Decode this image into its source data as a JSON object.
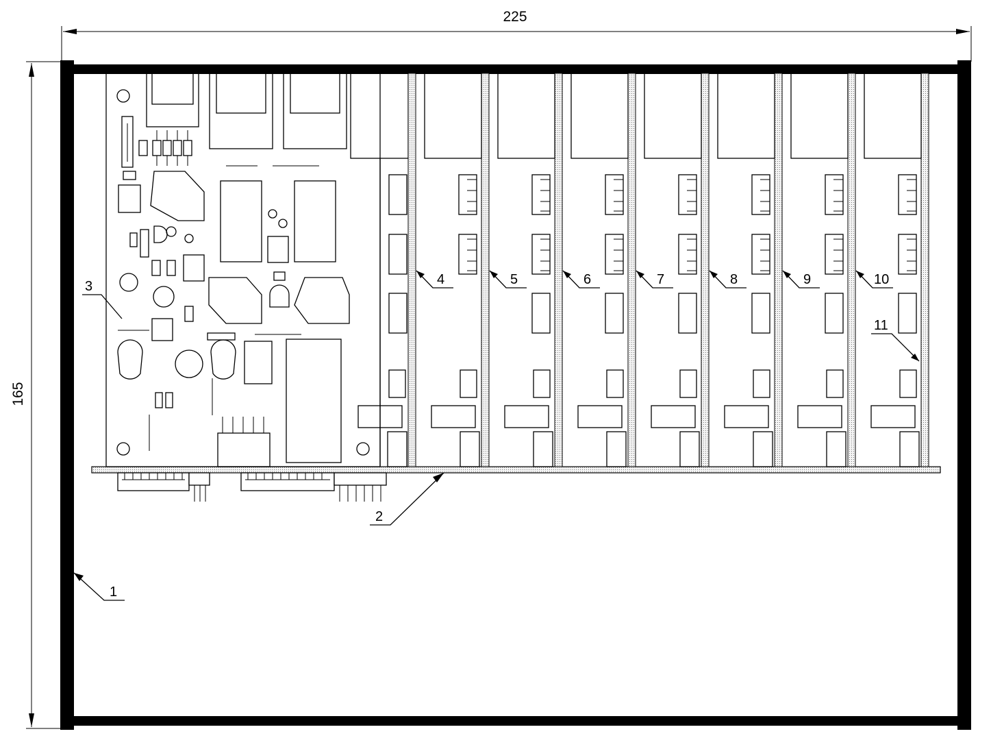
{
  "drawing": {
    "dimensions": {
      "width_label": "225",
      "height_label": "165"
    },
    "callouts": [
      {
        "id": "1",
        "label": "1",
        "part": "enclosure"
      },
      {
        "id": "2",
        "label": "2",
        "part": "backplane"
      },
      {
        "id": "3",
        "label": "3",
        "part": "main-board"
      },
      {
        "id": "4",
        "label": "4",
        "part": "module-board"
      },
      {
        "id": "5",
        "label": "5",
        "part": "module-board"
      },
      {
        "id": "6",
        "label": "6",
        "part": "module-board"
      },
      {
        "id": "7",
        "label": "7",
        "part": "module-board"
      },
      {
        "id": "8",
        "label": "8",
        "part": "module-board"
      },
      {
        "id": "9",
        "label": "9",
        "part": "module-board"
      },
      {
        "id": "10",
        "label": "10",
        "part": "module-board"
      },
      {
        "id": "11",
        "label": "11",
        "part": "module-board"
      }
    ],
    "colors": {
      "line": "#000000",
      "board_fill": "#ececec",
      "background": "#ffffff"
    }
  }
}
